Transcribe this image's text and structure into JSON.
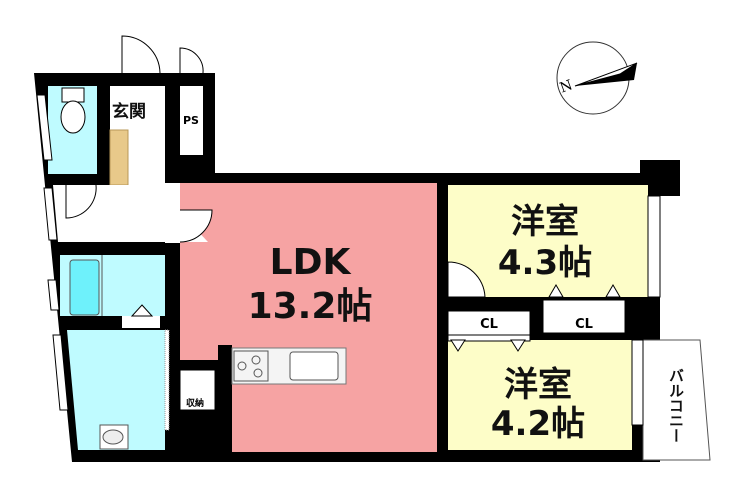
{
  "rooms": {
    "entrance": "玄関",
    "ps": "PS",
    "ldk_name": "LDK",
    "ldk_size": "13.2帖",
    "bedroom1_name": "洋室",
    "bedroom1_size": "4.3帖",
    "bedroom2_name": "洋室",
    "bedroom2_size": "4.2帖",
    "closet1": "CL",
    "closet2": "CL",
    "storage": "収納",
    "balcony": "バルコニー"
  },
  "compass": {
    "label": "N"
  },
  "colors": {
    "ldk": "#f6a3a3",
    "bedroom": "#fdfdc8",
    "wet": "#bffbff",
    "wall": "#000000"
  }
}
